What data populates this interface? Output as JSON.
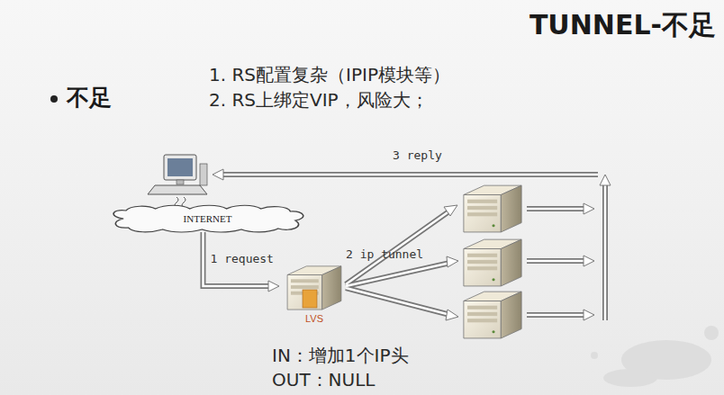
{
  "diagram": {
    "title": "TUNNEL-不足",
    "nodes": [
      {
        "text": [
          "INTERNET"
        ]
      },
      {
        "text": [
          "LVS"
        ]
      }
    ],
    "edges": [
      {
        "from": 0,
        "to": 1,
        "label": "1 request",
        "arrow": "to"
      }
    ],
    "labels": [
      "不足",
      "1. RS配置复杂（IPIP模块等）",
      "2. RS上绑定VIP，风险大；",
      "2 ip tunnel",
      "3 reply",
      "IN：增加1个IP头",
      "OUT：NULL"
    ]
  }
}
